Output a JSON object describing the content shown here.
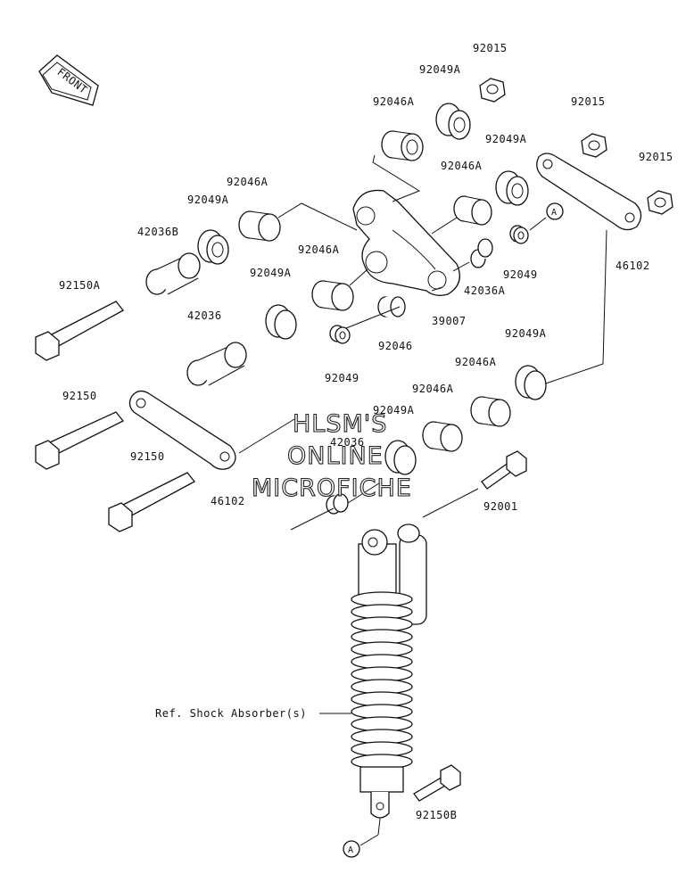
{
  "front_label": "FRONT",
  "watermark": [
    "HLSM'S",
    "ONLINE",
    "MICROFICHE"
  ],
  "ref_marker": "A",
  "labels": {
    "p92015_a": "92015",
    "p92049a_a": "92049A",
    "p92046a_a": "92046A",
    "p92015_b": "92015",
    "p92049a_b": "92049A",
    "p92046a_b": "92046A",
    "p92015_c": "92015",
    "p92046a_c": "92046A",
    "p92049a_c": "92049A",
    "p42036b": "42036B",
    "p92046a_d": "92046A",
    "p92049a_d": "92049A",
    "p92049_a": "92049",
    "p46102_a": "46102",
    "p92150a": "92150A",
    "p42036a": "42036A",
    "p42036": "42036",
    "p39007": "39007",
    "p92046": "92046",
    "p92049a_e": "92049A",
    "p92049_b": "92049",
    "p92046a_e": "92046A",
    "p92046a_f": "92046A",
    "p92150_a": "92150",
    "p92049a_f": "92049A",
    "p42036_b": "42036",
    "p92150_b": "92150",
    "p46102_b": "46102",
    "p92001": "92001",
    "ref_shock": "Ref. Shock Absorber(s)",
    "p92150b": "92150B"
  }
}
